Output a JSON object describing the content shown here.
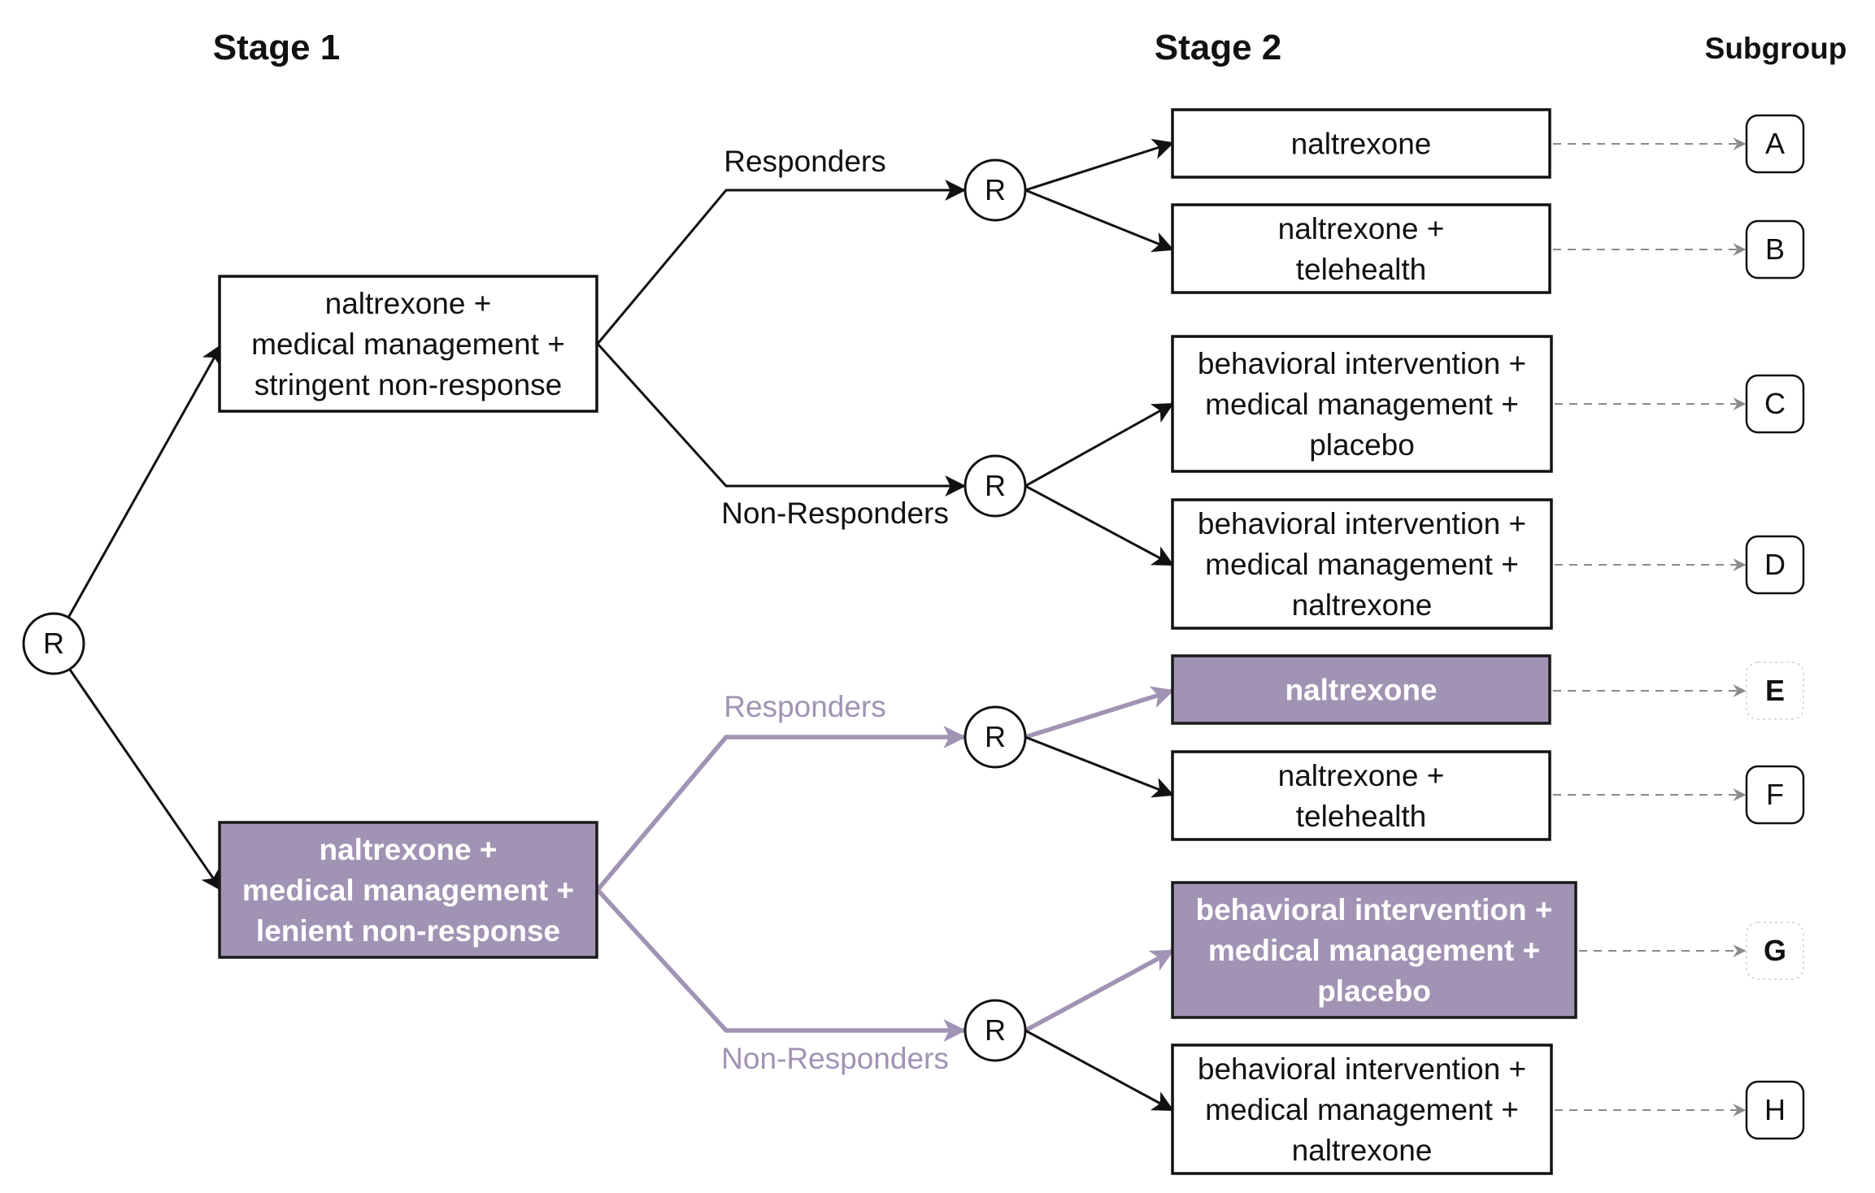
{
  "headers": {
    "stage1": "Stage 1",
    "stage2": "Stage 2",
    "subgroup": "Subgroup"
  },
  "randomization_label": "R",
  "stage1_boxes": [
    {
      "lines": [
        "naltrexone +",
        "medical management +",
        "stringent non-response"
      ],
      "highlighted": false
    },
    {
      "lines": [
        "naltrexone +",
        "medical management +",
        "lenient non-response"
      ],
      "highlighted": true
    }
  ],
  "response_labels": {
    "responders": "Responders",
    "non_responders": "Non-Responders"
  },
  "stage2_boxes": [
    {
      "lines": [
        "naltrexone"
      ],
      "highlighted": false,
      "subgroup": "A"
    },
    {
      "lines": [
        "naltrexone +",
        "telehealth"
      ],
      "highlighted": false,
      "subgroup": "B"
    },
    {
      "lines": [
        "behavioral intervention +",
        "medical management +",
        "placebo"
      ],
      "highlighted": false,
      "subgroup": "C"
    },
    {
      "lines": [
        "behavioral intervention +",
        "medical management +",
        "naltrexone"
      ],
      "highlighted": false,
      "subgroup": "D"
    },
    {
      "lines": [
        "naltrexone"
      ],
      "highlighted": true,
      "subgroup": "E"
    },
    {
      "lines": [
        "naltrexone +",
        "telehealth"
      ],
      "highlighted": false,
      "subgroup": "F"
    },
    {
      "lines": [
        "behavioral intervention +",
        "medical management +",
        "placebo"
      ],
      "highlighted": true,
      "subgroup": "G"
    },
    {
      "lines": [
        "behavioral intervention +",
        "medical management +",
        "naltrexone"
      ],
      "highlighted": false,
      "subgroup": "H"
    }
  ],
  "colors": {
    "highlight": "#a193b4",
    "line": "#111111",
    "dashed": "#8a8a8a"
  }
}
